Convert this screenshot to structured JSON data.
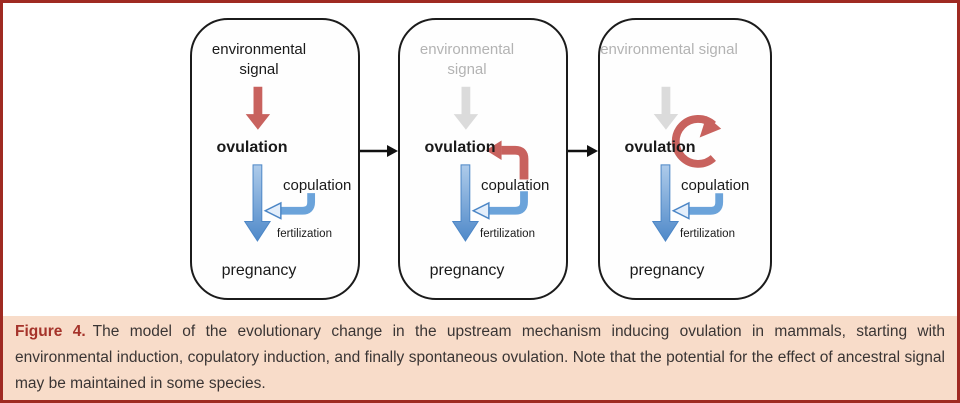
{
  "figure": {
    "label": "Figure 4.",
    "caption": "The model of the evolutionary change in the upstream mechanism inducing ovulation in mammals, starting with environmental induction, copulatory induction, and finally spontaneous ovulation. Note that the potential for the effect of ancestral signal may be maintained in some species."
  },
  "panels": [
    {
      "stage": "environmental induction",
      "signal_state": "active",
      "labels": {
        "environmental_signal": "environmental signal",
        "ovulation": "ovulation",
        "copulation": "copulation",
        "fertilization": "fertilization",
        "pregnancy": "pregnancy"
      }
    },
    {
      "stage": "copulatory induction",
      "signal_state": "ancestral (faded)",
      "labels": {
        "environmental_signal": "environmental signal",
        "ovulation": "ovulation",
        "copulation": "copulation",
        "fertilization": "fertilization",
        "pregnancy": "pregnancy"
      }
    },
    {
      "stage": "spontaneous ovulation",
      "signal_state": "ancestral (faded)",
      "labels": {
        "environmental_signal": "environmental signal",
        "ovulation": "ovulation",
        "copulation": "copulation",
        "fertilization": "fertilization",
        "pregnancy": "pregnancy"
      }
    }
  ],
  "colors": {
    "frame_border": "#9f2a22",
    "caption_background": "#f8dcc9",
    "figure_label_red": "#a5332a",
    "caption_text": "#3a3534",
    "induction_arrow_red": "#c8625e",
    "faded_gray_arrow": "#dbdbdb",
    "faded_gray_text": "#b3b3b3",
    "copulation_arrow_blue": "#6ba3da",
    "panel_border": "#1b1b1b"
  }
}
